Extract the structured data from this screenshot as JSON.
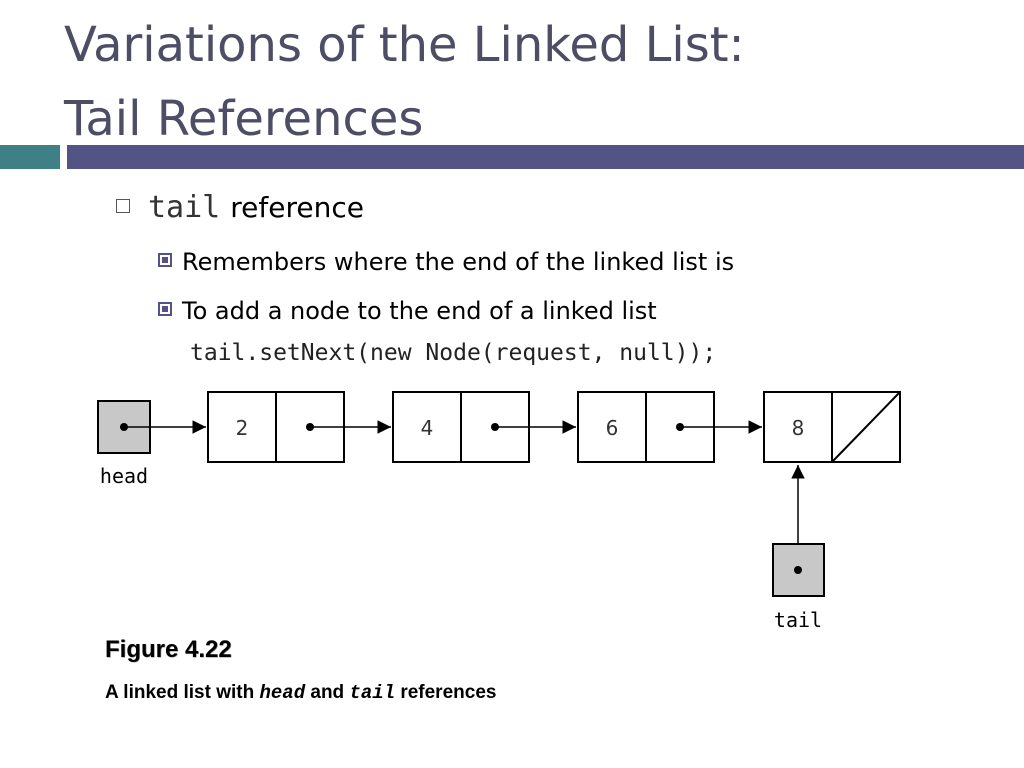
{
  "slide": {
    "title_line1": "Variations of the Linked List:",
    "title_line2": "Tail References",
    "bullet": {
      "code_word": "tail",
      "text": "reference"
    },
    "sub_bullets": [
      "Remembers where the end of the linked list is",
      "To add a node to the end of a linked list"
    ],
    "code_line": "tail.setNext(new Node(request, null));"
  },
  "diagram": {
    "nodes": [
      "2",
      "4",
      "6",
      "8"
    ],
    "head_label": "head",
    "tail_label": "tail",
    "last_next": "null"
  },
  "figure": {
    "title": "Figure 4.22",
    "caption_prefix": "A linked list with",
    "caption_head": "head",
    "caption_and": "and",
    "caption_tail": "tail",
    "caption_suffix": "references"
  },
  "colors": {
    "title": "#4d4d66",
    "bar_left": "#3f7f86",
    "bar_right": "#535385",
    "reference_box": "#c8c8c8"
  }
}
